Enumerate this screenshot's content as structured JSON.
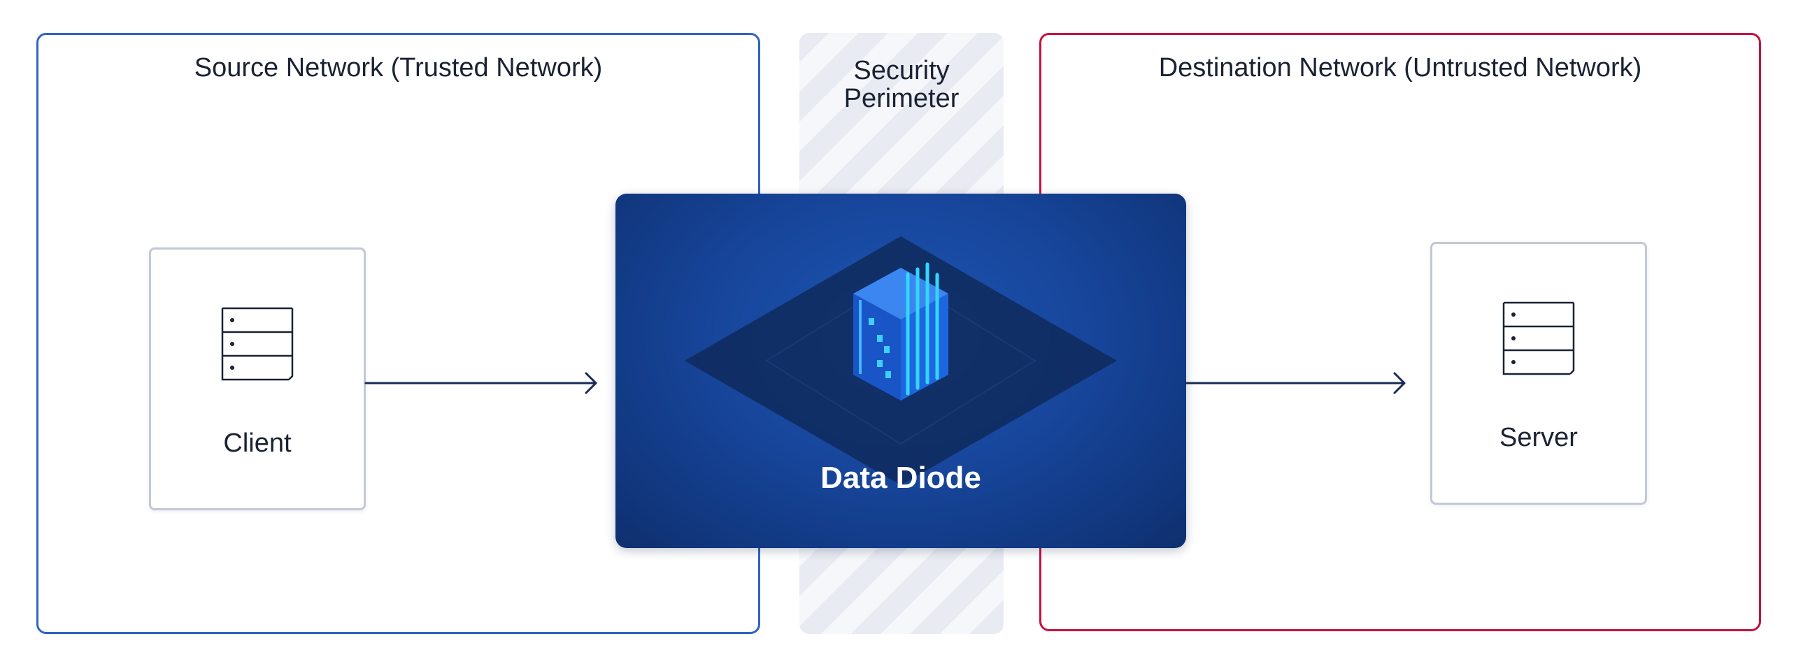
{
  "source_network": {
    "title": "Source Network (Trusted Network)"
  },
  "security_perimeter": {
    "title": "Security\nPerimeter"
  },
  "destination_network": {
    "title": "Destination Network (Untrusted Network)"
  },
  "client": {
    "label": "Client",
    "icon": "server-rack-icon"
  },
  "server": {
    "label": "Server",
    "icon": "server-rack-icon"
  },
  "data_diode": {
    "label": "Data Diode",
    "icon": "isometric-device-icon"
  },
  "colors": {
    "trusted_border": "#2f64c0",
    "untrusted_border": "#c4123f",
    "diode_background": "#17469c",
    "arrow": "#1b2a55",
    "perimeter_stripes": "#e8ebf1"
  }
}
